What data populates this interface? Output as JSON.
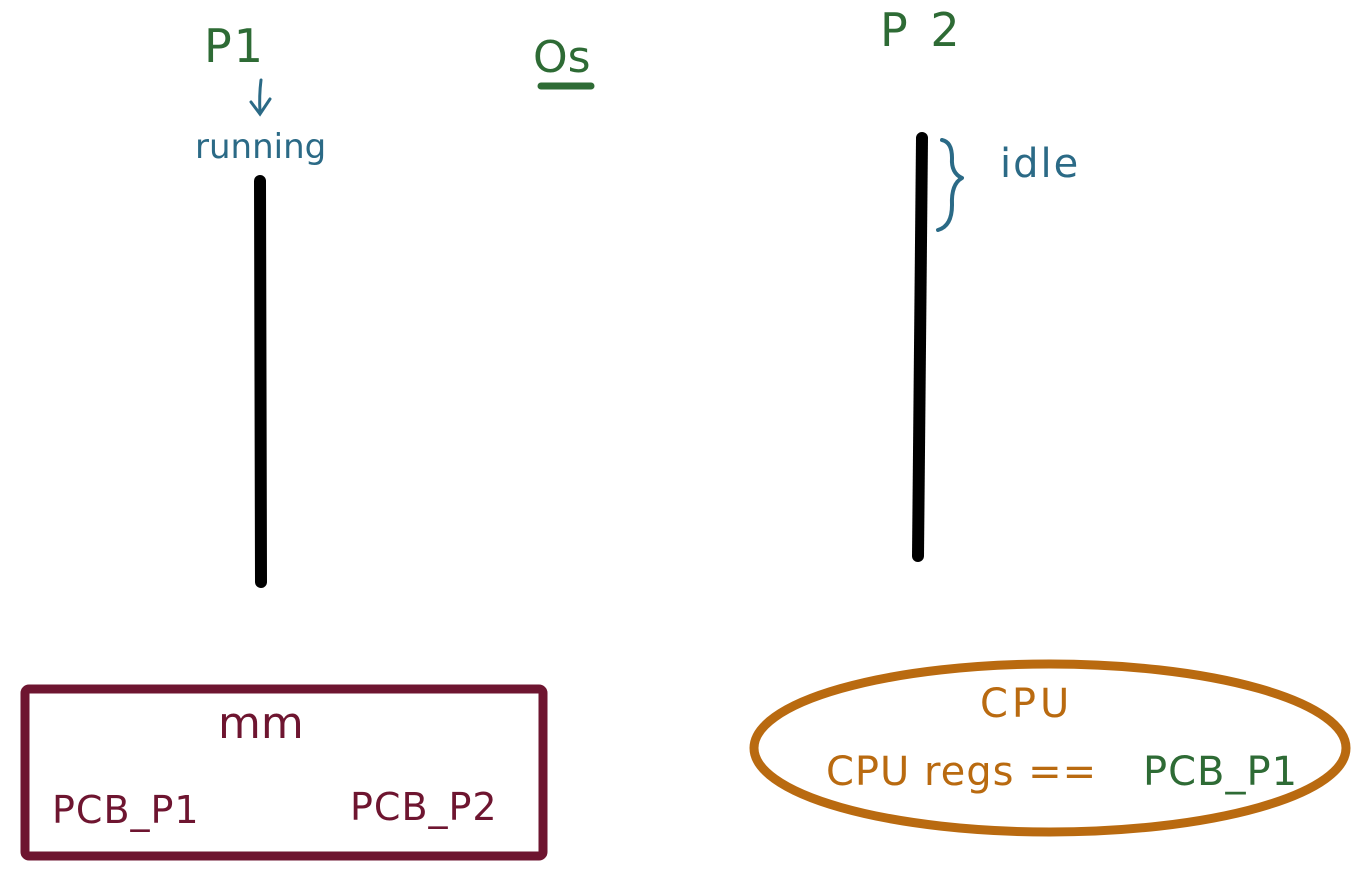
{
  "colors": {
    "green": "#2e6b35",
    "teal": "#2b6a86",
    "maroon": "#6e1530",
    "orange": "#b96a10",
    "black": "#000000"
  },
  "process1": {
    "label": "P1",
    "state": "running"
  },
  "os": {
    "label": "Os"
  },
  "process2": {
    "label": "P 2",
    "state": "idle"
  },
  "main_memory": {
    "label": "mm",
    "pcb_p1": "PCB_P1",
    "pcb_p2": "PCB_P2"
  },
  "cpu": {
    "label": "CPU",
    "regs_label": "CPU regs ==",
    "regs_value": "PCB_P1"
  }
}
